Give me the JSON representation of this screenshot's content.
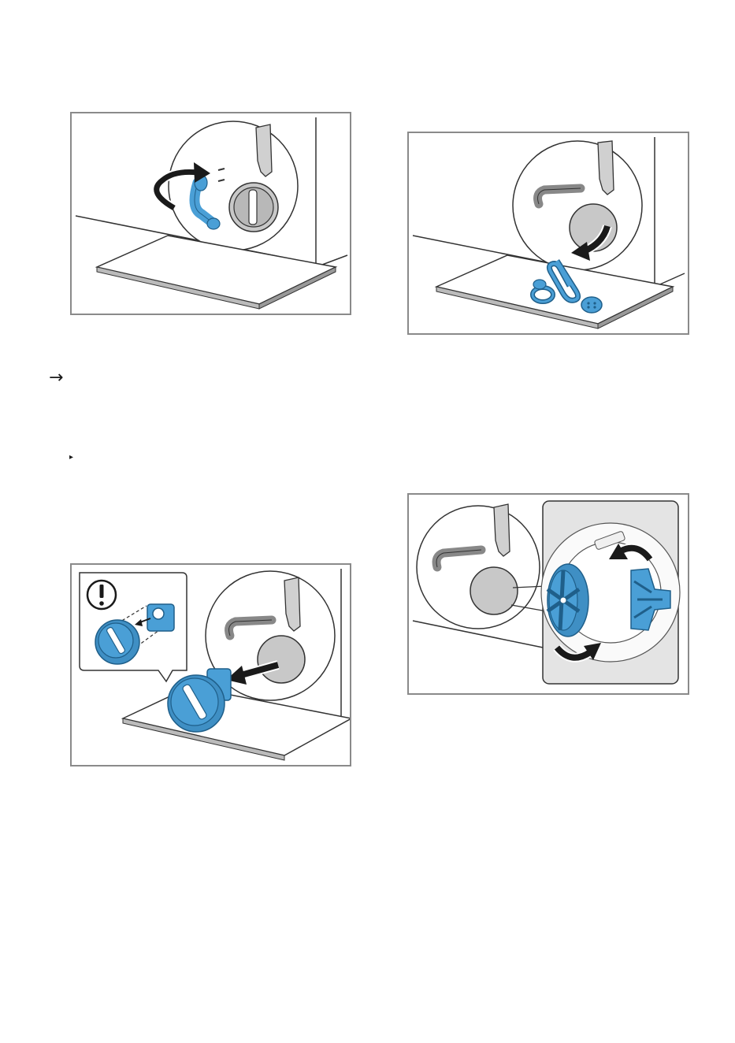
{
  "page": {
    "arrow_glyph": "→",
    "bullet_glyph": "▸"
  },
  "colors": {
    "accent_blue": "#4a9fd6",
    "accent_blue_dark": "#1f5f8a",
    "frame_border": "#8a8a8a",
    "panel_white": "#ffffff",
    "opening_grey": "#c8c8c8",
    "arrow_black": "#1a1a1a"
  },
  "figures": [
    {
      "id": "fig1",
      "depicts": "emergency-drain-hose-pulled-out"
    },
    {
      "id": "fig2",
      "depicts": "foreign-objects-removed-from-pump"
    },
    {
      "id": "fig3",
      "depicts": "pump-cover-unscrewed-with-caution"
    },
    {
      "id": "fig4",
      "depicts": "pump-impeller-turned"
    }
  ],
  "icons": {
    "caution": "exclamation-icon",
    "rotate": "rotate-arrow-icon",
    "pull": "pull-arrow-icon"
  }
}
